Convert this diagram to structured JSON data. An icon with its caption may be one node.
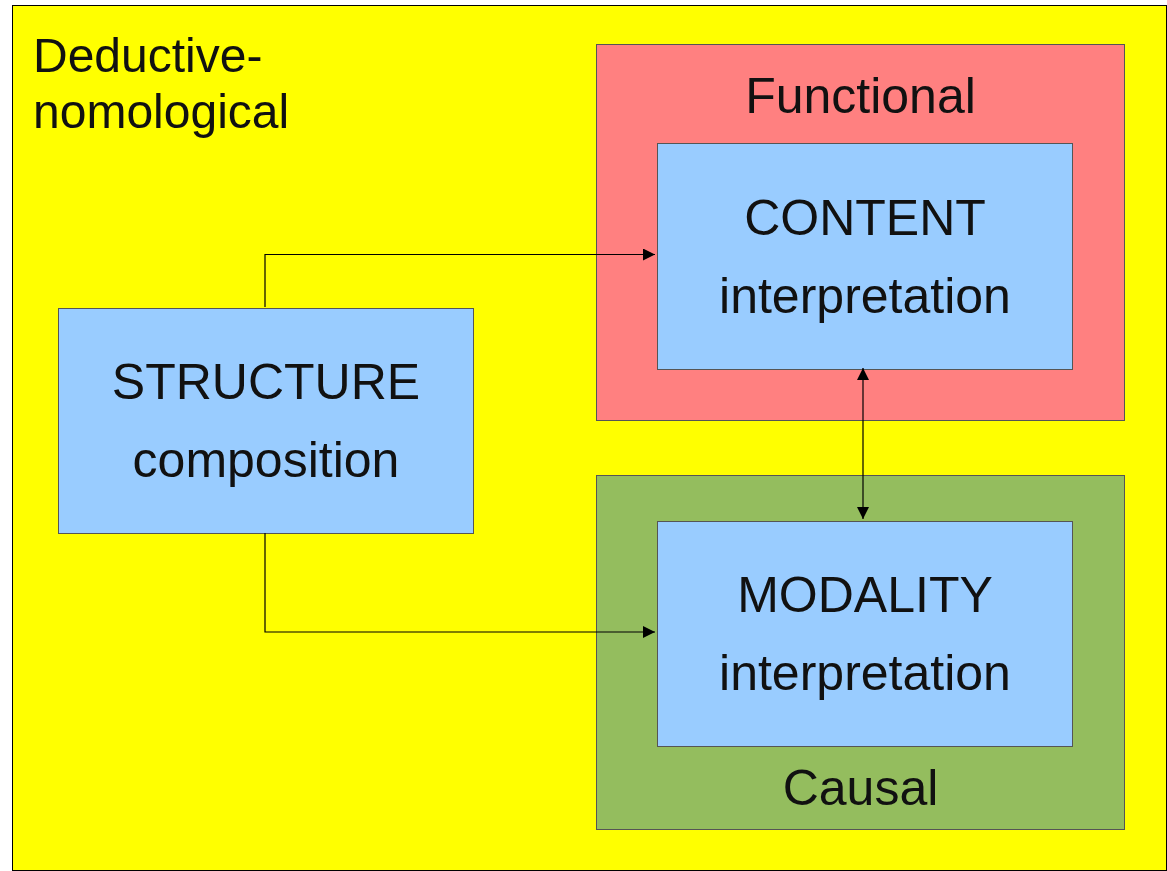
{
  "diagram": {
    "nodes": [
      {
        "text": [
          "Deductive-nomological"
        ]
      },
      {
        "text": [
          "Functional"
        ],
        "in": 0
      },
      {
        "text": [
          "CONTENT interpretation"
        ],
        "in": 1
      },
      {
        "text": [
          "STRUCTURE composition"
        ],
        "in": 0
      },
      {
        "text": [
          "Causal"
        ],
        "in": 0
      },
      {
        "text": [
          "MODALITY interpretation"
        ],
        "in": 4
      }
    ],
    "edges": [
      {
        "from": 3,
        "to": 2,
        "arrow": "to"
      },
      {
        "from": 3,
        "to": 5,
        "arrow": "to"
      },
      {
        "from": 2,
        "to": 5,
        "arrow": "both"
      }
    ]
  }
}
